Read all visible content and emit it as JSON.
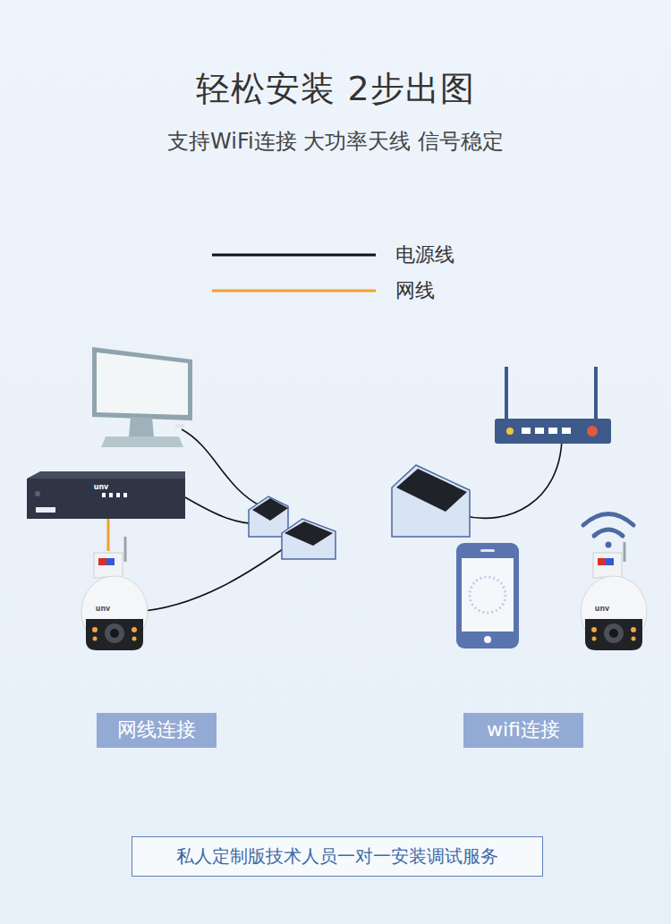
{
  "diagram": {
    "title": "轻松安装 2步出图",
    "nodes": [
      {
        "text": [
          "网线连接"
        ]
      },
      {
        "text": [
          "wifi连接"
        ]
      },
      {
        "text": [
          "私人定制版技术人员一对一安装调试服务"
        ]
      }
    ],
    "labels": [
      "支持WiFi连接 大功率天线 信号稳定",
      "unv",
      "unv",
      "unv"
    ],
    "legend": [
      {
        "text": "电源线"
      },
      {
        "text": "网线"
      }
    ]
  }
}
